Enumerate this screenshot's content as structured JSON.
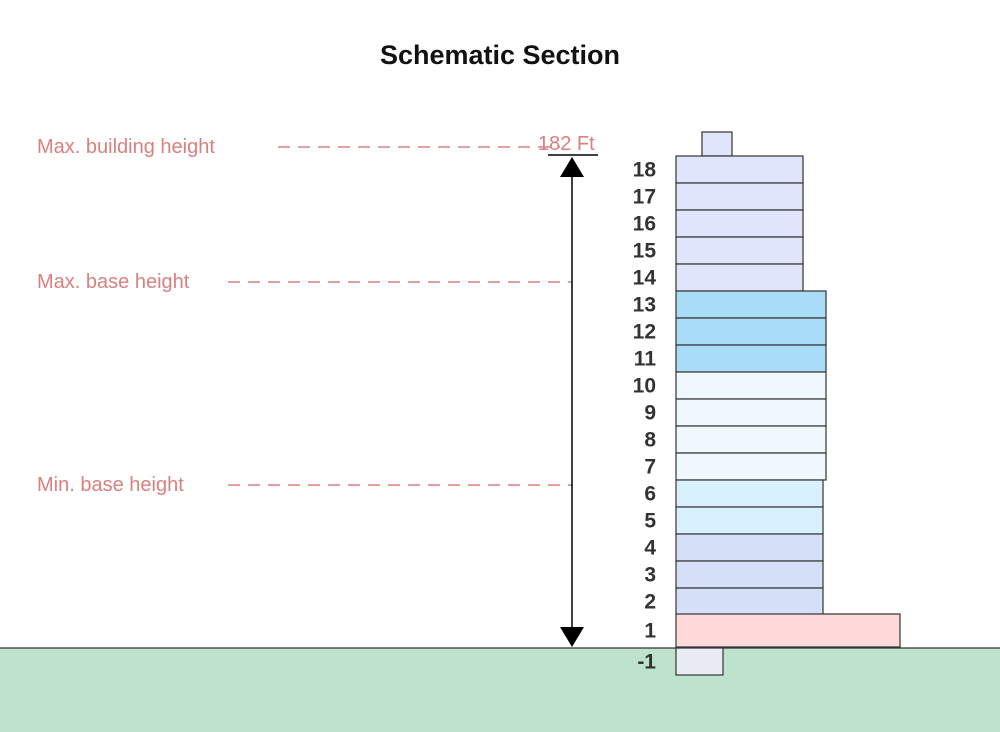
{
  "title": "Schematic Section",
  "colors": {
    "reference": "#d98080",
    "ground": "#bde3cc",
    "floor_stroke": "#333333"
  },
  "reference_lines": [
    {
      "key": "max_building",
      "label": "Max. building height"
    },
    {
      "key": "max_base",
      "label": "Max. base height"
    },
    {
      "key": "min_base",
      "label": "Min. base height"
    }
  ],
  "height_label": "182 Ft",
  "floors": [
    {
      "label": "18",
      "color": "#e0e5fb"
    },
    {
      "label": "17",
      "color": "#e0e5fb"
    },
    {
      "label": "16",
      "color": "#e0e5fb"
    },
    {
      "label": "15",
      "color": "#e0e5fb"
    },
    {
      "label": "14",
      "color": "#e0e5fb"
    },
    {
      "label": "13",
      "color": "#a8dcf7"
    },
    {
      "label": "12",
      "color": "#a8dcf7"
    },
    {
      "label": "11",
      "color": "#a8dcf7"
    },
    {
      "label": "10",
      "color": "#eef8fd"
    },
    {
      "label": "9",
      "color": "#eef8fd"
    },
    {
      "label": "8",
      "color": "#eef8fd"
    },
    {
      "label": "7",
      "color": "#eef8fd"
    },
    {
      "label": "6",
      "color": "#d9f1fc"
    },
    {
      "label": "5",
      "color": "#d9f1fc"
    },
    {
      "label": "4",
      "color": "#d5e0f8"
    },
    {
      "label": "3",
      "color": "#d5e0f8"
    },
    {
      "label": "2",
      "color": "#d5e0f8"
    },
    {
      "label": "1",
      "color": "#ffd9d9"
    },
    {
      "label": "-1",
      "color": "#e8ecf2"
    }
  ],
  "rooftop_color": "#e0e5fb"
}
